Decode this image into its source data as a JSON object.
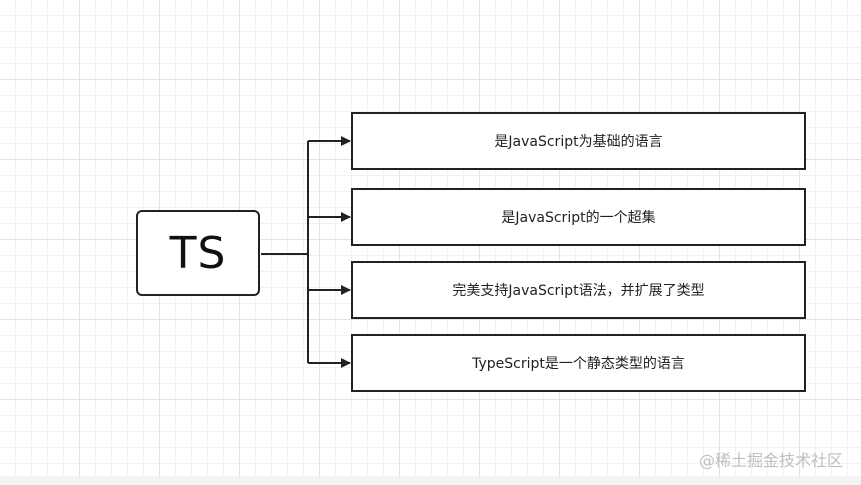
{
  "diagram": {
    "root": {
      "label": "TS"
    },
    "branches": [
      {
        "label": "是JavaScript为基础的语言"
      },
      {
        "label": "是JavaScript的一个超集"
      },
      {
        "label": "完美支持JavaScript语法，并扩展了类型"
      },
      {
        "label": "TypeScript是一个静态类型的语言"
      }
    ],
    "line_color": "#222222"
  },
  "watermark": {
    "text": "@稀土掘金技术社区"
  }
}
